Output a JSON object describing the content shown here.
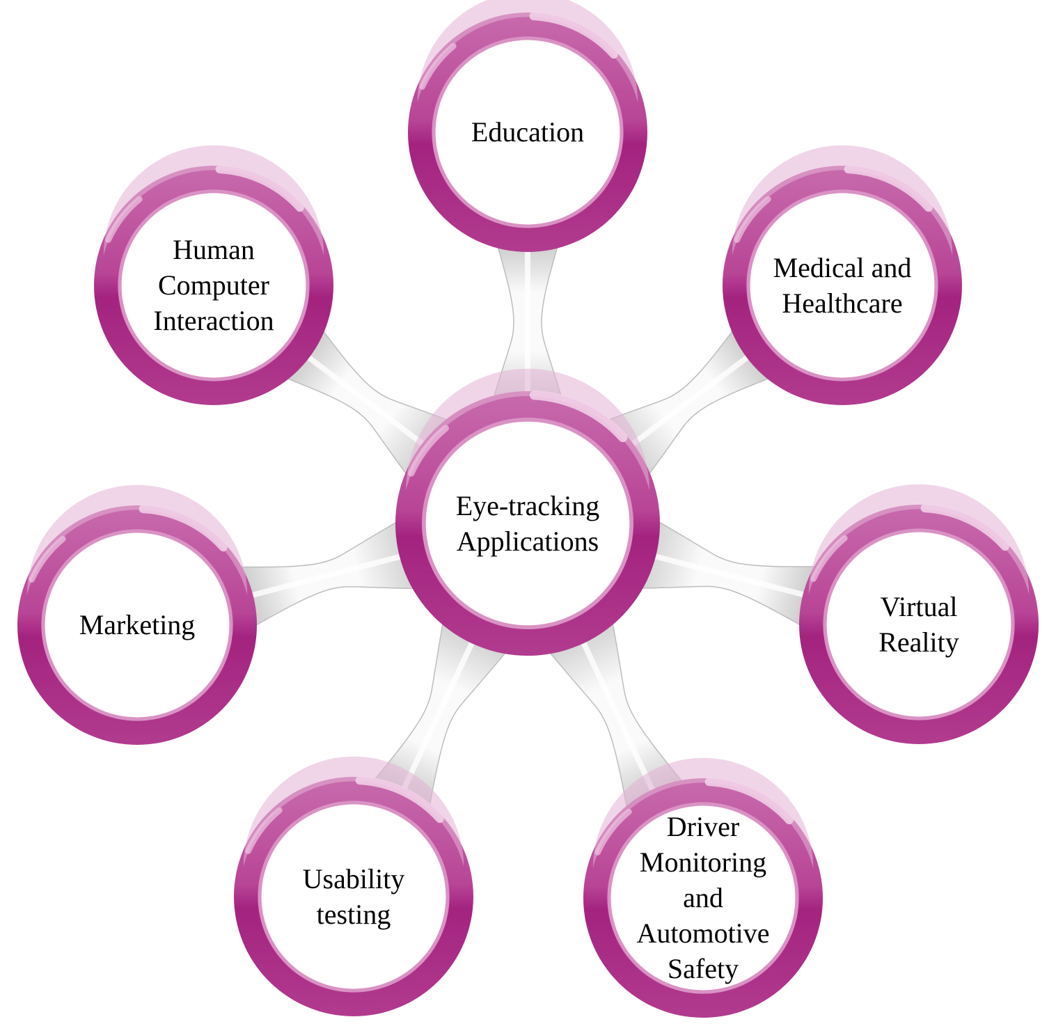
{
  "colors": {
    "ring_dark": "#a3237f",
    "ring_mid": "#c052a0",
    "ring_light": "#e4b3d6",
    "inner_border": "#d992c4",
    "connector_light": "#f4f4f4",
    "connector_shadow": "#bdbdbd",
    "text": "#000000"
  },
  "center": {
    "label": "Eye-tracking\nApplications"
  },
  "nodes": [
    {
      "id": "education",
      "label": "Education"
    },
    {
      "id": "medical-and-healthcare",
      "label": "Medical and\nHealthcare"
    },
    {
      "id": "virtual-reality",
      "label": "Virtual\nReality"
    },
    {
      "id": "driver-monitoring",
      "label": "Driver\nMonitoring\nand\nAutomotive\nSafety"
    },
    {
      "id": "usability-testing",
      "label": "Usability\ntesting"
    },
    {
      "id": "marketing",
      "label": "Marketing"
    },
    {
      "id": "human-computer-interaction",
      "label": "Human\nComputer\nInteraction"
    }
  ]
}
